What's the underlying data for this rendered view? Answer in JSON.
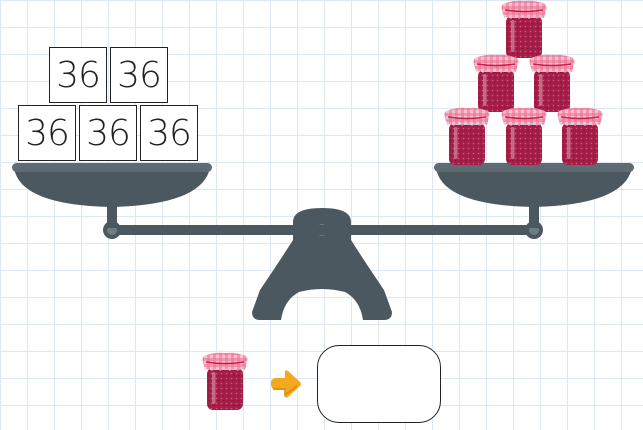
{
  "left_pan": {
    "blocks": [
      "36",
      "36",
      "36",
      "36",
      "36"
    ]
  },
  "right_pan": {
    "jar_count": 6
  },
  "question": {
    "jar_icon": "jam-jar-icon",
    "arrow_icon": "arrow-right-icon",
    "answer_value": ""
  },
  "colors": {
    "scale": "#4b585f",
    "jar_body": "#a41e48",
    "jar_lid": "#e83e6d",
    "arrow": "#f4a81d"
  }
}
